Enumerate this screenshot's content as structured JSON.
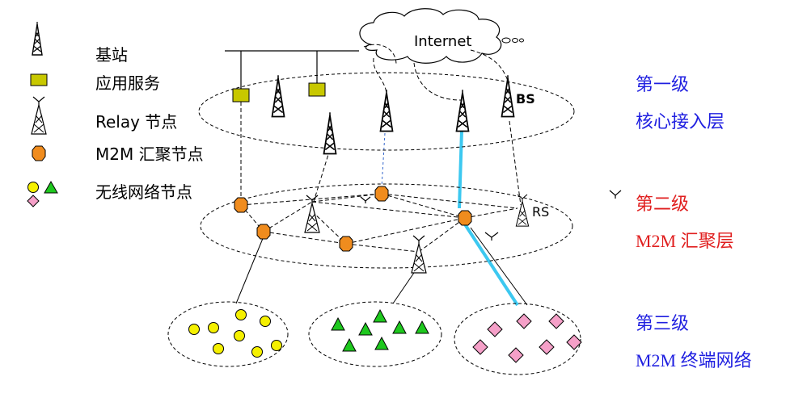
{
  "legend": {
    "base_station": "基站",
    "app_service": "应用服务",
    "relay_node": "Relay 节点",
    "m2m_aggregation_node": "M2M 汇聚节点",
    "wireless_network_node": "无线网络节点"
  },
  "cloud_label": "Internet",
  "bs_label": "BS",
  "rs_label": "RS",
  "layers": {
    "tier1_title": "第一级",
    "tier1_name": "核心接入层",
    "tier2_title": "第二级",
    "tier2_name": "M2M 汇聚层",
    "tier3_title": "第三级",
    "tier3_name": "M2M 终端网络"
  },
  "colors": {
    "tier1": "#1f1fe0",
    "tier2": "#e01f1f",
    "tier3": "#1f1fe0",
    "service_box": "#c8c800",
    "hexagon": "#f08c1e",
    "circle_node": "#f5f000",
    "triangle_node": "#1ec81e",
    "diamond_node": "#f5a0c8",
    "highlight_link": "#3cc8f0"
  }
}
